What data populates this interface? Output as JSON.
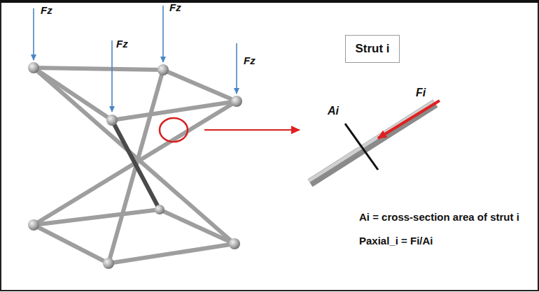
{
  "diagram": {
    "nodes": [
      {
        "text": [
          "Strut i"
        ]
      }
    ],
    "labels": [
      "Fz",
      "Fz",
      "Fz",
      "Fz",
      "Ai",
      "Fi",
      "Ai = cross-section area of strut i",
      "Paxial_i = Fi/Ai"
    ]
  }
}
